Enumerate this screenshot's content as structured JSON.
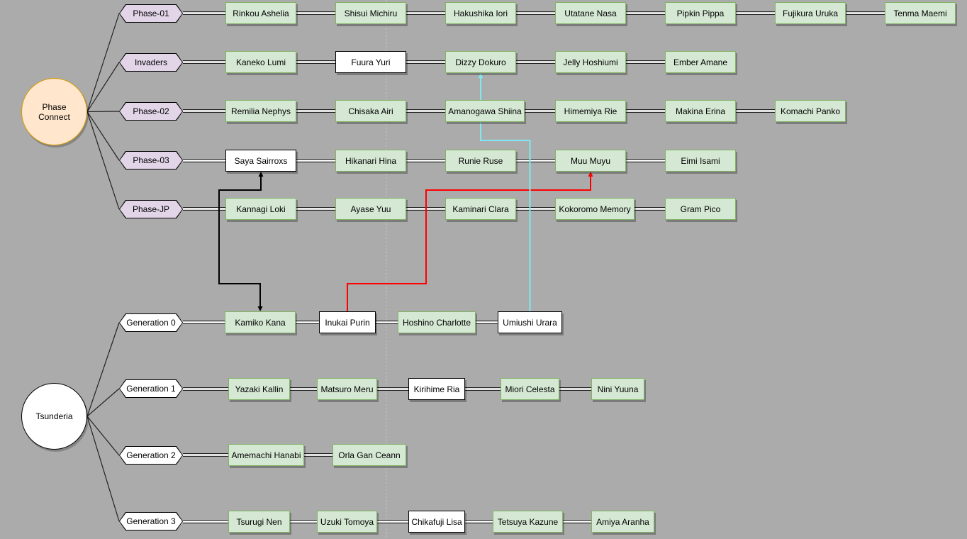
{
  "organizations": [
    {
      "id": "pc",
      "name": "Phase Connect",
      "style": "orange",
      "branches": [
        {
          "label": "Phase-01",
          "members": [
            {
              "name": "Rinkou Ashelia"
            },
            {
              "name": "Shisui Michiru"
            },
            {
              "name": "Hakushika Iori"
            },
            {
              "name": "Utatane Nasa"
            },
            {
              "name": "Pipkin Pippa"
            },
            {
              "name": "Fujikura Uruka"
            },
            {
              "name": "Tenma Maemi"
            }
          ]
        },
        {
          "label": "Invaders",
          "members": [
            {
              "name": "Kaneko Lumi"
            },
            {
              "name": "Fuura Yuri",
              "white": true
            },
            {
              "name": "Dizzy Dokuro"
            },
            {
              "name": "Jelly Hoshiumi"
            },
            {
              "name": "Ember Amane"
            }
          ]
        },
        {
          "label": "Phase-02",
          "members": [
            {
              "name": "Remilia Nephys"
            },
            {
              "name": "Chisaka Airi"
            },
            {
              "name": "Amanogawa Shiina"
            },
            {
              "name": "Himemiya Rie"
            },
            {
              "name": "Makina Erina"
            },
            {
              "name": "Komachi Panko"
            }
          ]
        },
        {
          "label": "Phase-03",
          "members": [
            {
              "name": "Saya Sairroxs",
              "white": true
            },
            {
              "name": "Hikanari Hina"
            },
            {
              "name": "Runie Ruse"
            },
            {
              "name": "Muu Muyu"
            },
            {
              "name": "Eimi Isami"
            }
          ]
        },
        {
          "label": "Phase-JP",
          "members": [
            {
              "name": "Kannagi Loki"
            },
            {
              "name": "Ayase Yuu"
            },
            {
              "name": "Kaminari Clara"
            },
            {
              "name": "Kokoromo Memory"
            },
            {
              "name": "Gram Pico"
            }
          ]
        }
      ]
    },
    {
      "id": "ts",
      "name": "Tsunderia",
      "style": "white",
      "branches": [
        {
          "label": "Generation 0",
          "members": [
            {
              "name": "Kamiko Kana"
            },
            {
              "name": "Inukai Purin",
              "white": true
            },
            {
              "name": "Hoshino Charlotte"
            },
            {
              "name": "Umiushi Urara",
              "white": true
            }
          ]
        },
        {
          "label": "Generation 1",
          "members": [
            {
              "name": "Yazaki Kallin"
            },
            {
              "name": "Matsuro Meru"
            },
            {
              "name": "Kirihime Ria",
              "white": true
            },
            {
              "name": "Miori Celesta"
            },
            {
              "name": "Nini Yuuna"
            }
          ]
        },
        {
          "label": "Generation 2",
          "members": [
            {
              "name": "Amemachi Hanabi"
            },
            {
              "name": "Orla Gan Ceann"
            }
          ]
        },
        {
          "label": "Generation 3",
          "members": [
            {
              "name": "Tsurugi Nen"
            },
            {
              "name": "Uzuki Tomoya"
            },
            {
              "name": "Chikafuji Lisa",
              "white": true
            },
            {
              "name": "Tetsuya Kazune"
            },
            {
              "name": "Amiya Aranha"
            }
          ]
        }
      ]
    }
  ],
  "cross_links": [
    {
      "from": "Kamiko Kana",
      "to": "Saya Sairroxs",
      "color": "#000000",
      "arrows": "both"
    },
    {
      "from": "Inukai Purin",
      "to": "Muu Muyu",
      "color": "#ff0000",
      "arrows": "end"
    },
    {
      "from": "Umiushi Urara",
      "to": "Dizzy Dokuro",
      "color": "#7fe8f0",
      "arrows": "end"
    }
  ]
}
